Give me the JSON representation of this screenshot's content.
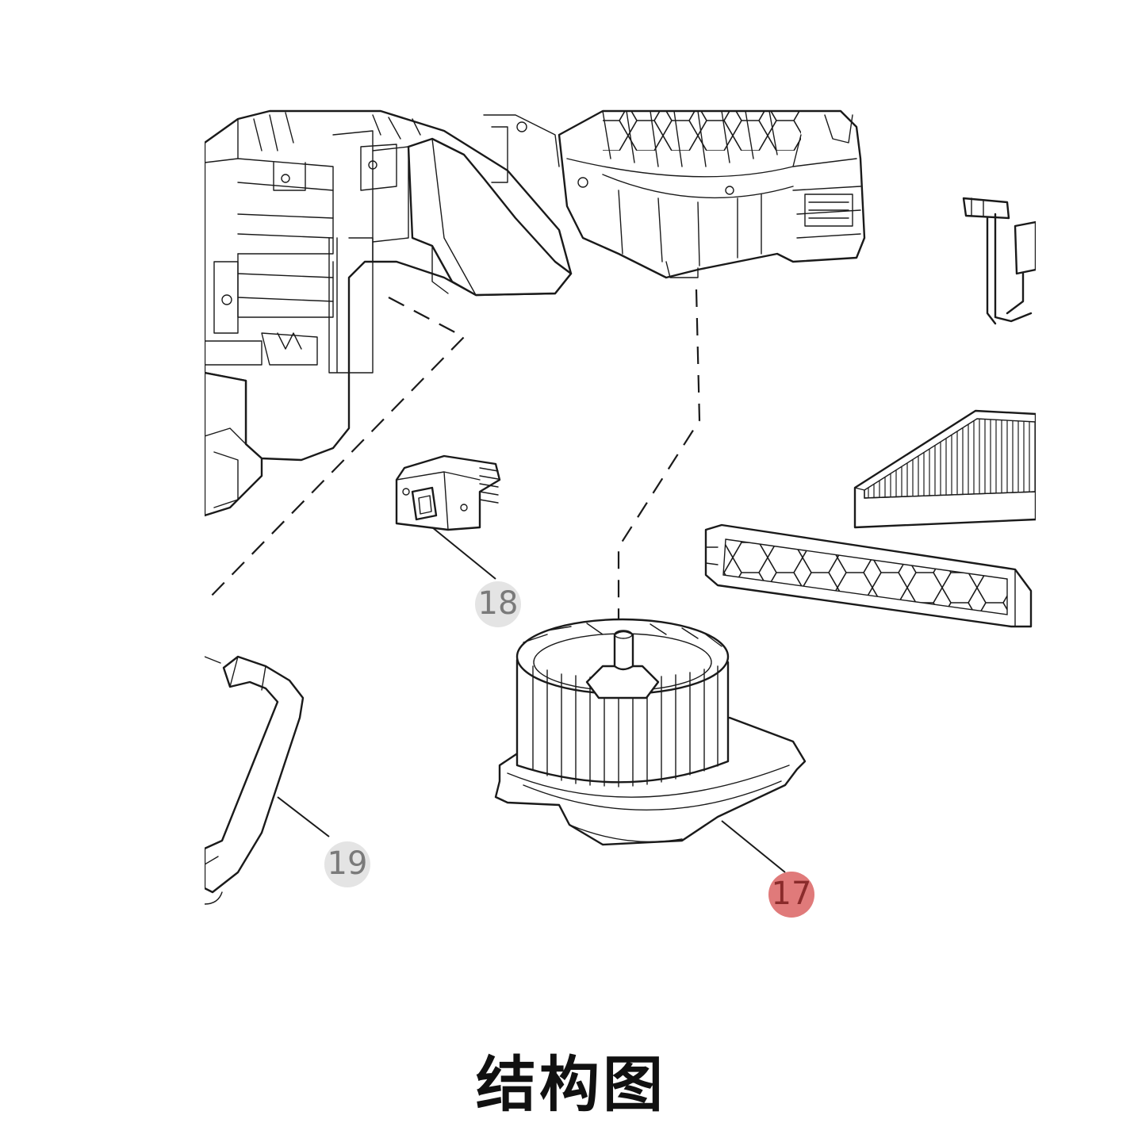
{
  "diagram": {
    "callouts": [
      {
        "id": "callout-18",
        "label": "18",
        "color": "#e4e4e4"
      },
      {
        "id": "callout-19",
        "label": "19",
        "color": "#e4e4e4"
      },
      {
        "id": "callout-17",
        "label": "17",
        "color": "#e07a7a"
      }
    ]
  },
  "caption": "结构图",
  "colors": {
    "line": "#1a1a1a",
    "highlight": "#e07a7a",
    "callout_neutral": "#e4e4e4"
  }
}
